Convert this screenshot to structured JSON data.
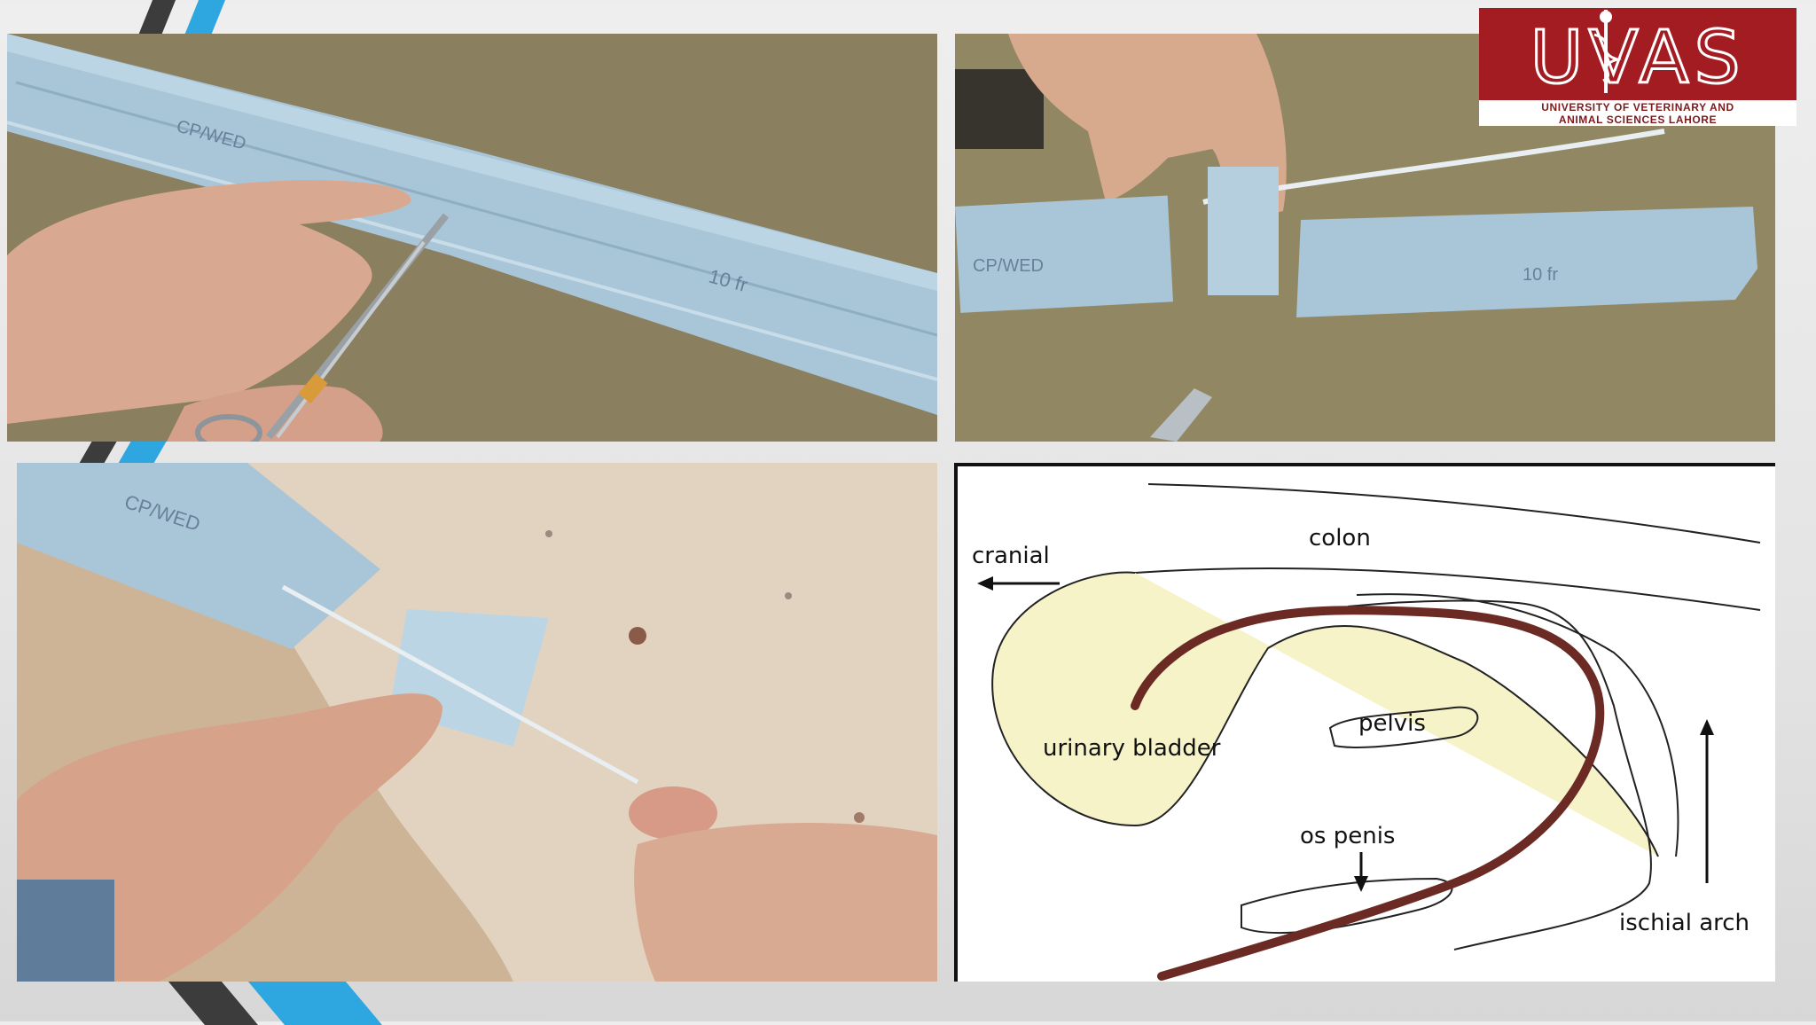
{
  "logo": {
    "wordmark": "UVAS",
    "caption_line1": "UNIVERSITY OF VETERINARY AND",
    "caption_line2": "ANIMAL SCIENCES LAHORE",
    "colors": {
      "brand_red": "#a31c22",
      "caption_text": "#7d1a1e"
    }
  },
  "photos": {
    "top_left": {
      "package_writing_1": "CP/WED",
      "package_writing_2": "10 fr",
      "icon": "scissors-icon"
    },
    "top_right": {
      "package_writing_1": "CP/WED",
      "package_writing_2": "10 fr"
    },
    "bottom_left": {
      "package_writing": "CP/WED"
    }
  },
  "diagram": {
    "labels": {
      "cranial": "cranial",
      "colon": "colon",
      "urinary_bladder": "urinary bladder",
      "pelvis": "pelvis",
      "os_penis": "os penis",
      "ischial_arch": "ischial arch"
    },
    "colors": {
      "catheter": "#6b2a24",
      "bladder_fill": "#f7f3c8",
      "outline": "#222222"
    }
  },
  "decor": {
    "accent_blue": "#2ea7e0",
    "accent_dark": "#3c3c3c"
  }
}
